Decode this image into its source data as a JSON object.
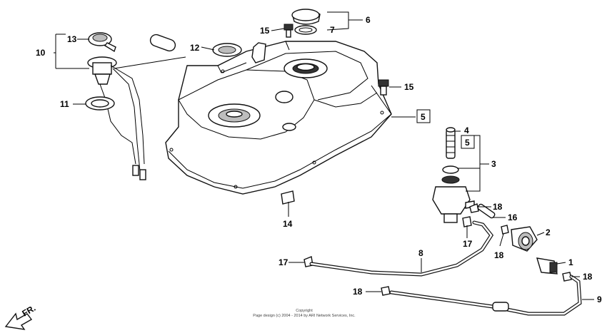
{
  "callouts": {
    "c1": "1",
    "c2": "2",
    "c3": "3",
    "c4": "4",
    "c5a": "5",
    "c5b": "5",
    "c6": "6",
    "c7": "7",
    "c8": "8",
    "c9": "9",
    "c10": "10",
    "c11": "11",
    "c12": "12",
    "c13": "13",
    "c14": "14",
    "c15a": "15",
    "c15b": "15",
    "c16": "16",
    "c17a": "17",
    "c17b": "17",
    "c18a": "18",
    "c18b": "18",
    "c18c": "18",
    "c18d": "18"
  },
  "direction_label": "FR.",
  "copyright": {
    "line1": "Copyright",
    "line2": "Page design (c) 2004 - 2014 by ARI Network Services, Inc."
  }
}
